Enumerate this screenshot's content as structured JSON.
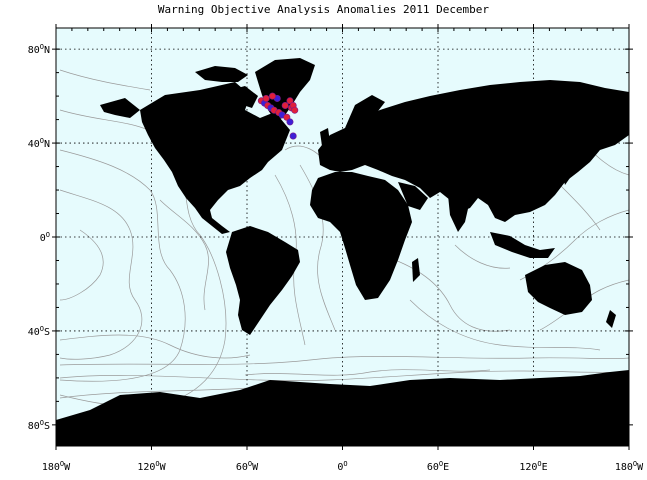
{
  "title": "Warning Objective Analysis Anomalies 2011 December",
  "colors": {
    "ocean": "#e6fbfd",
    "land": "#000000",
    "contour": "#9a9a9a",
    "marker_red": "#e0203a",
    "marker_blue": "#3d1fd6",
    "grid": "#000000"
  },
  "y_axis_labels": [
    {
      "lat": 80,
      "deg": "80",
      "sup": "O",
      "hem": "N"
    },
    {
      "lat": 40,
      "deg": "40",
      "sup": "O",
      "hem": "N"
    },
    {
      "lat": 0,
      "deg": "0",
      "sup": "O",
      "hem": ""
    },
    {
      "lat": -40,
      "deg": "40",
      "sup": "O",
      "hem": "S"
    },
    {
      "lat": -80,
      "deg": "80",
      "sup": "O",
      "hem": "S"
    }
  ],
  "x_axis_labels": [
    {
      "lon": -180,
      "deg": "180",
      "sup": "O",
      "hem": "W"
    },
    {
      "lon": -120,
      "deg": "120",
      "sup": "O",
      "hem": "W"
    },
    {
      "lon": -60,
      "deg": "60",
      "sup": "O",
      "hem": "W"
    },
    {
      "lon": 0,
      "deg": "0",
      "sup": "O",
      "hem": ""
    },
    {
      "lon": 60,
      "deg": "60",
      "sup": "O",
      "hem": "E"
    },
    {
      "lon": 120,
      "deg": "120",
      "sup": "O",
      "hem": "E"
    },
    {
      "lon": 180,
      "deg": "180",
      "sup": "O",
      "hem": "W"
    }
  ],
  "map_extent": {
    "lon": [
      -180,
      180
    ],
    "lat": [
      -89,
      89
    ]
  },
  "markers": [
    {
      "lon": -51,
      "lat": 58,
      "color": "red"
    },
    {
      "lon": -49,
      "lat": 57,
      "color": "blue"
    },
    {
      "lon": -47,
      "lat": 56,
      "color": "red"
    },
    {
      "lon": -45,
      "lat": 55,
      "color": "blue"
    },
    {
      "lon": -43,
      "lat": 54,
      "color": "red"
    },
    {
      "lon": -41,
      "lat": 59,
      "color": "blue"
    },
    {
      "lon": -40,
      "lat": 53,
      "color": "red"
    },
    {
      "lon": -38,
      "lat": 52,
      "color": "blue"
    },
    {
      "lon": -36,
      "lat": 56,
      "color": "red"
    },
    {
      "lon": -35,
      "lat": 51,
      "color": "red"
    },
    {
      "lon": -33,
      "lat": 58,
      "color": "red"
    },
    {
      "lon": -32,
      "lat": 55,
      "color": "red"
    },
    {
      "lon": -31,
      "lat": 56,
      "color": "red"
    },
    {
      "lon": -30,
      "lat": 54,
      "color": "red"
    },
    {
      "lon": -33,
      "lat": 49,
      "color": "blue"
    },
    {
      "lon": -31,
      "lat": 43,
      "color": "blue"
    },
    {
      "lon": -48,
      "lat": 59,
      "color": "red"
    },
    {
      "lon": -44,
      "lat": 60,
      "color": "red"
    }
  ]
}
